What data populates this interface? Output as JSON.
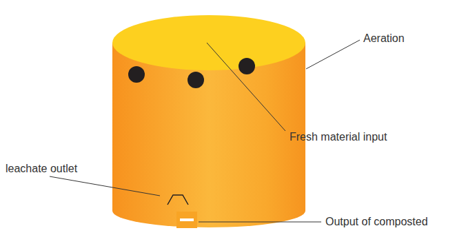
{
  "diagram": {
    "labels": [
      "Aeration",
      "Fresh material input",
      "leachate outlet",
      "Output of composted"
    ]
  }
}
